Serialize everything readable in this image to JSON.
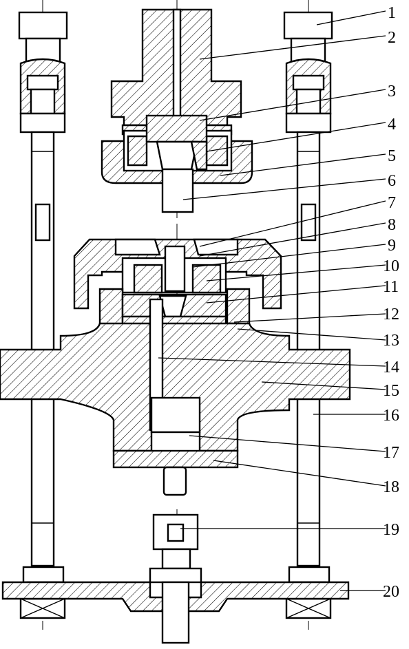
{
  "part_labels": [
    {
      "id": "1",
      "text": "1"
    },
    {
      "id": "2",
      "text": "2"
    },
    {
      "id": "3",
      "text": "3"
    },
    {
      "id": "4",
      "text": "4"
    },
    {
      "id": "5",
      "text": "5"
    },
    {
      "id": "6",
      "text": "6"
    },
    {
      "id": "7",
      "text": "7"
    },
    {
      "id": "8",
      "text": "8"
    },
    {
      "id": "9",
      "text": "9"
    },
    {
      "id": "10",
      "text": "10"
    },
    {
      "id": "11",
      "text": "11"
    },
    {
      "id": "12",
      "text": "12"
    },
    {
      "id": "13",
      "text": "13"
    },
    {
      "id": "14",
      "text": "14"
    },
    {
      "id": "15",
      "text": "15"
    },
    {
      "id": "16",
      "text": "16"
    },
    {
      "id": "17",
      "text": "17"
    },
    {
      "id": "18",
      "text": "18"
    },
    {
      "id": "19",
      "text": "19"
    },
    {
      "id": "20",
      "text": "20"
    }
  ],
  "colors": {
    "line": "#000000",
    "background": "#ffffff"
  }
}
